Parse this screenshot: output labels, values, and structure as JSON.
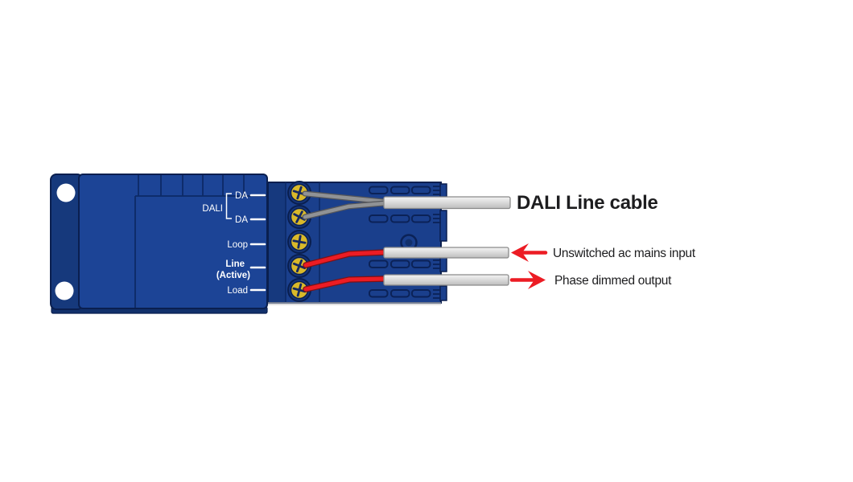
{
  "colors": {
    "page": "#ffffff",
    "body_blue": "#1c4496",
    "flange_blue": "#16397c",
    "block_blue": "#1a3f8c",
    "block_strip_blue": "#16397e",
    "outline_navy": "#0a1f4f",
    "seam_navy": "#0d2a66",
    "vent_navy": "#0b2257",
    "terminal_yellow": "#d9b92a",
    "slot_navy": "#16295f",
    "wire_gray": "#909295",
    "wire_gray_outline": "#55565a",
    "wire_red": "#ec1c24",
    "wire_red_outline": "#7c1116",
    "cable_gray": "#d9d9d9",
    "cable_edge": "#8a8a8a",
    "label_white": "#ffffff",
    "text_black": "#1d1d1f"
  },
  "device": {
    "dali_group_label": "DALI",
    "terminals": [
      {
        "label": "DA"
      },
      {
        "label": "DA"
      },
      {
        "label": "Loop"
      },
      {
        "label": "Line",
        "qualifier": "(Active)"
      },
      {
        "label": "Load"
      }
    ]
  },
  "annotations": {
    "dali_cable_label": "DALI Line cable",
    "mains_input_label": "Unswitched ac mains input",
    "dimmed_output_label": "Phase dimmed output"
  }
}
